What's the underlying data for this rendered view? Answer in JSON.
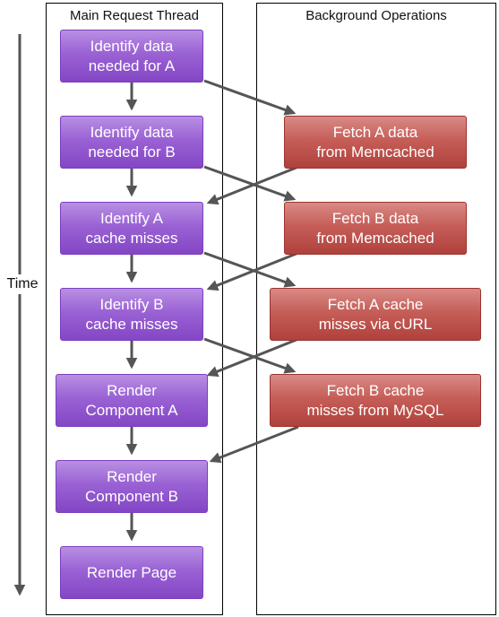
{
  "lanes": {
    "main_title": "Main Request Thread",
    "background_title": "Background Operations"
  },
  "time_label": "Time",
  "main_nodes": [
    {
      "id": "identify-data-a",
      "label": "Identify data\nneeded for A"
    },
    {
      "id": "identify-data-b",
      "label": "Identify data\nneeded for B"
    },
    {
      "id": "identify-a-misses",
      "label": "Identify A\ncache misses"
    },
    {
      "id": "identify-b-misses",
      "label": "Identify B\ncache misses"
    },
    {
      "id": "render-component-a",
      "label": "Render\nComponent A"
    },
    {
      "id": "render-component-b",
      "label": "Render\nComponent B"
    },
    {
      "id": "render-page",
      "label": "Render Page"
    }
  ],
  "background_nodes": [
    {
      "id": "fetch-a-memcached",
      "label": "Fetch A data\nfrom Memcached"
    },
    {
      "id": "fetch-b-memcached",
      "label": "Fetch B data\nfrom Memcached"
    },
    {
      "id": "fetch-a-curl",
      "label": "Fetch A cache\nmisses via cURL"
    },
    {
      "id": "fetch-b-mysql",
      "label": "Fetch B cache\nmisses from MySQL"
    }
  ],
  "colors": {
    "main_node": "#9a62d4",
    "background_node": "#c65e58",
    "arrow": "#555555",
    "lane_border": "#000000"
  }
}
